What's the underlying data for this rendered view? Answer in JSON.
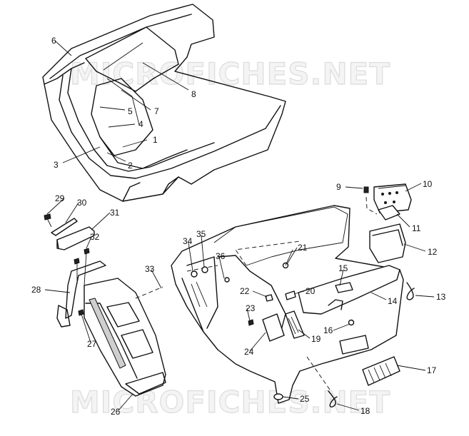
{
  "watermark": "MICROFICHES.NET",
  "callouts": [
    "1",
    "2",
    "3",
    "4",
    "5",
    "6",
    "7",
    "8",
    "9",
    "10",
    "11",
    "12",
    "13",
    "14",
    "15",
    "16",
    "17",
    "18",
    "19",
    "20",
    "21",
    "22",
    "23",
    "24",
    "25",
    "26",
    "27",
    "28",
    "29",
    "30",
    "31",
    "32",
    "33",
    "34",
    "35",
    "36"
  ]
}
